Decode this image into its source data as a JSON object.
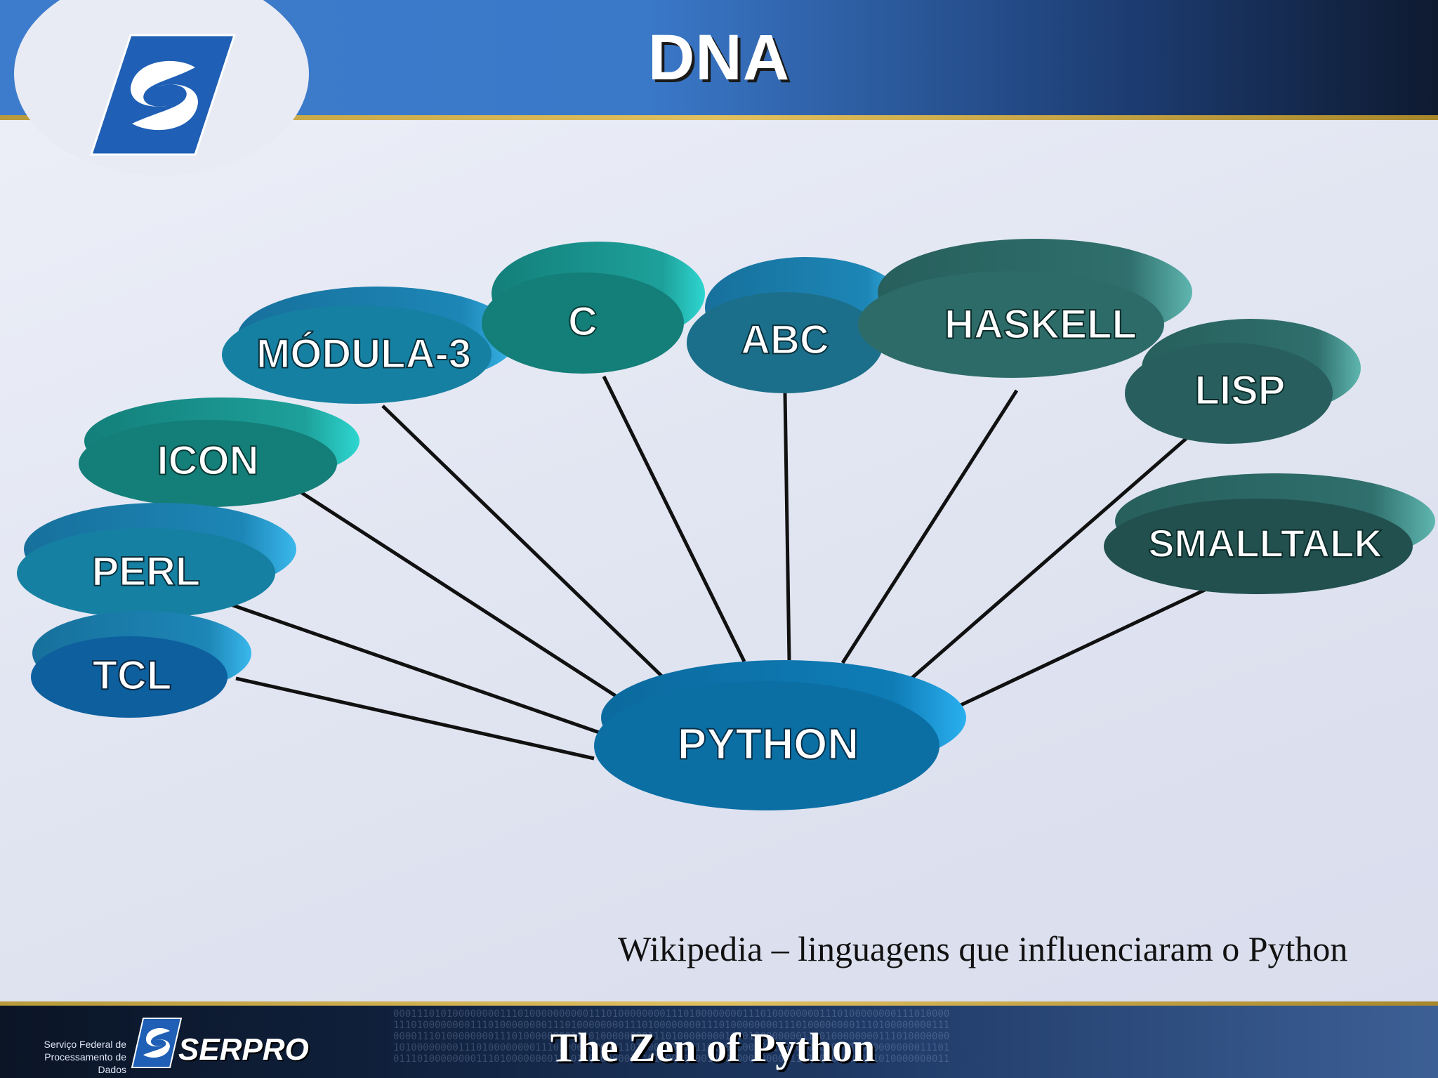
{
  "slide": {
    "title": "DNA",
    "caption": "Wikipedia – linguagens que influenciaram o Python"
  },
  "diagram": {
    "center": {
      "id": "python",
      "label": "PYTHON"
    },
    "nodes": [
      {
        "id": "modula3",
        "label": "MÓDULA-3"
      },
      {
        "id": "c",
        "label": "C"
      },
      {
        "id": "abc",
        "label": "ABC"
      },
      {
        "id": "haskell",
        "label": "HASKELL"
      },
      {
        "id": "lisp",
        "label": "LISP"
      },
      {
        "id": "smalltalk",
        "label": "SMALLTALK"
      },
      {
        "id": "icon",
        "label": "ICON"
      },
      {
        "id": "perl",
        "label": "PERL"
      },
      {
        "id": "tcl",
        "label": "TCL"
      }
    ],
    "edges": [
      [
        "modula3",
        "python"
      ],
      [
        "c",
        "python"
      ],
      [
        "abc",
        "python"
      ],
      [
        "haskell",
        "python"
      ],
      [
        "lisp",
        "python"
      ],
      [
        "smalltalk",
        "python"
      ],
      [
        "icon",
        "python"
      ],
      [
        "perl",
        "python"
      ],
      [
        "tcl",
        "python"
      ]
    ]
  },
  "footer": {
    "org_name_line1": "Serviço Federal de",
    "org_name_line2": "Processamento de Dados",
    "brand": "SERPRO",
    "presentation_title": "The Zen of Python"
  },
  "colors": {
    "header_blue": "#3d7ccc",
    "teal_dark": "#2c6f6a",
    "teal": "#1b8a86",
    "blue_node": "#1a7aa8",
    "python_node": "#0f78b0",
    "logo_blue": "#1f5fb5"
  },
  "icons": {
    "logo": "serpro-s-logo-icon"
  }
}
